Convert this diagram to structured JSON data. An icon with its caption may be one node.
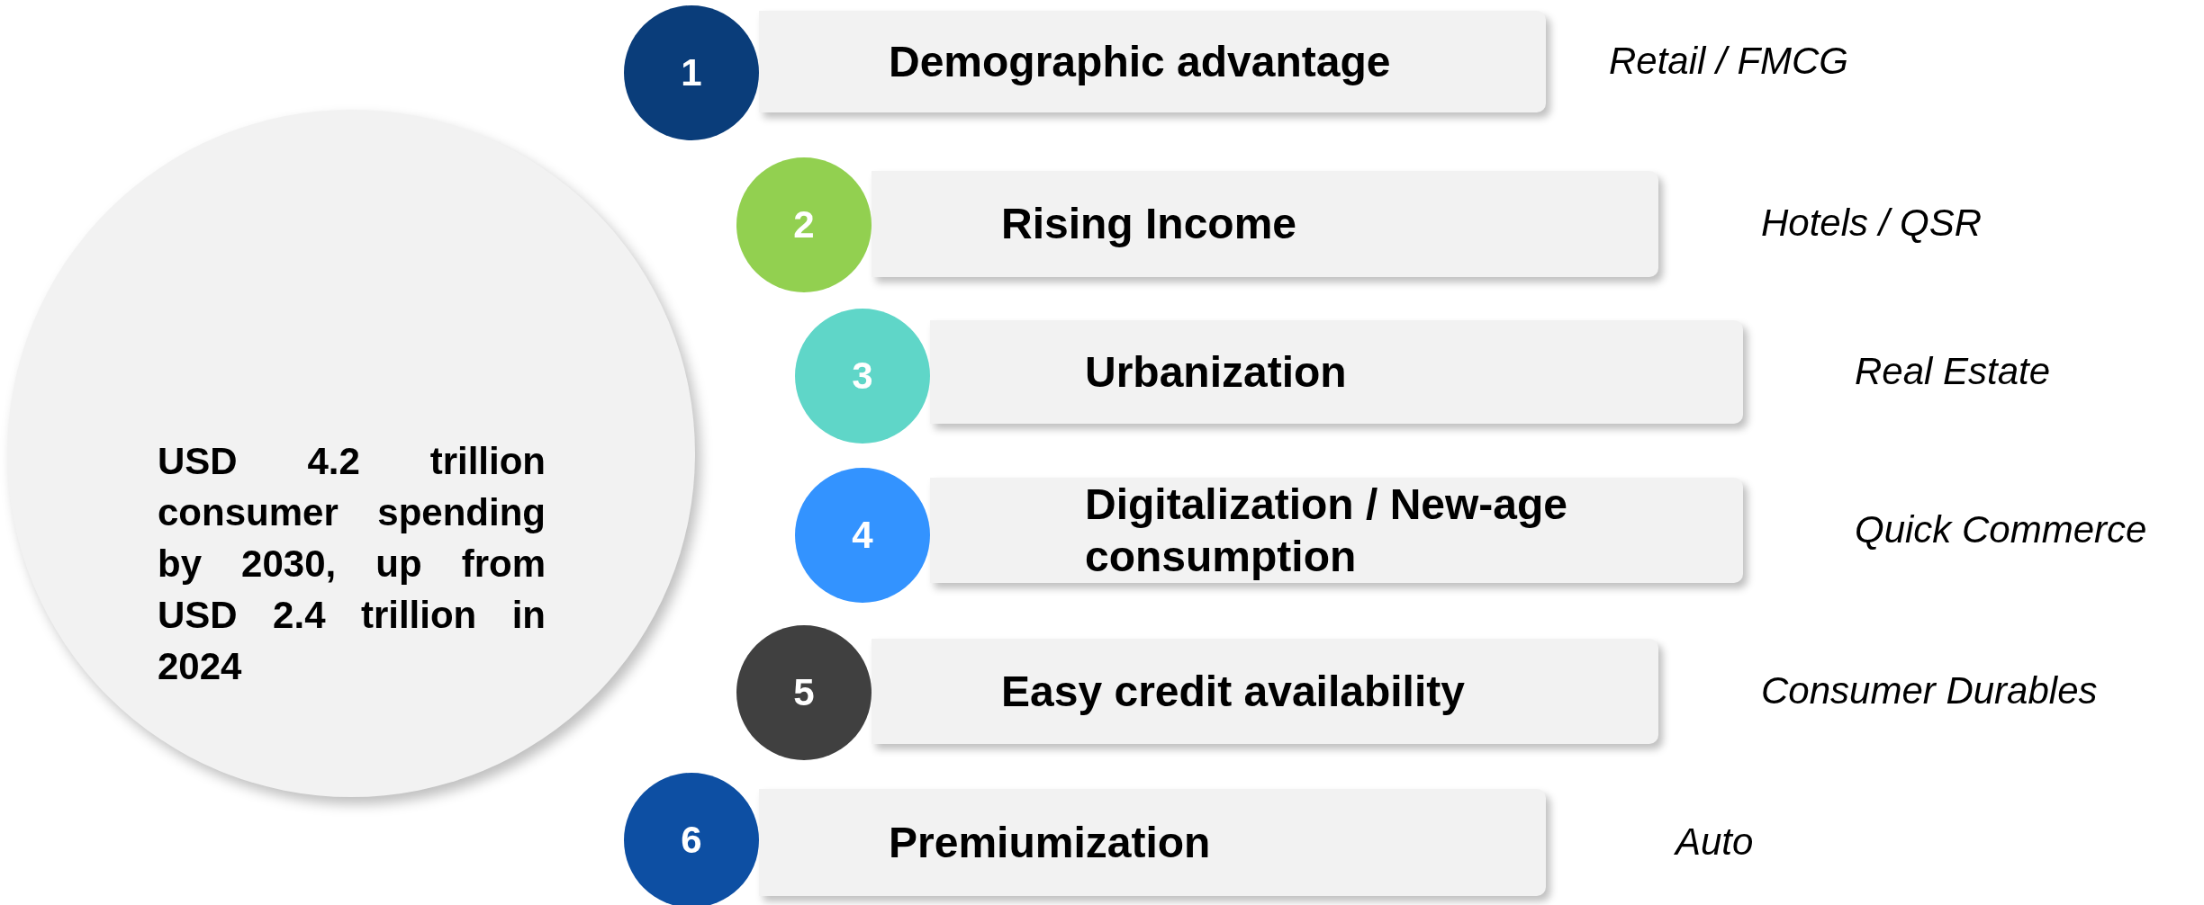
{
  "diagram": {
    "nodes": [
      {
        "text": [
          "USD 4.2 trillion consumer spending by 2030, up from USD 2.4 trillion in 2024"
        ]
      },
      {
        "text": [
          "1"
        ]
      },
      {
        "text": [
          "Demographic advantage"
        ],
        "beside": [
          "Retail / FMCG"
        ]
      },
      {
        "text": [
          "2"
        ]
      },
      {
        "text": [
          "Rising Income"
        ],
        "beside": [
          "Hotels / QSR"
        ]
      },
      {
        "text": [
          "3"
        ]
      },
      {
        "text": [
          "Urbanization"
        ],
        "beside": [
          "Real Estate"
        ]
      },
      {
        "text": [
          "4"
        ]
      },
      {
        "text": [
          "Digitalization / New-age consumption"
        ],
        "beside": [
          "Quick Commerce"
        ]
      },
      {
        "text": [
          "5"
        ]
      },
      {
        "text": [
          "Easy credit availability"
        ],
        "beside": [
          "Consumer Durables"
        ]
      },
      {
        "text": [
          "6"
        ]
      },
      {
        "text": [
          "Premiumization"
        ],
        "beside": [
          "Auto"
        ]
      }
    ],
    "edges": []
  }
}
